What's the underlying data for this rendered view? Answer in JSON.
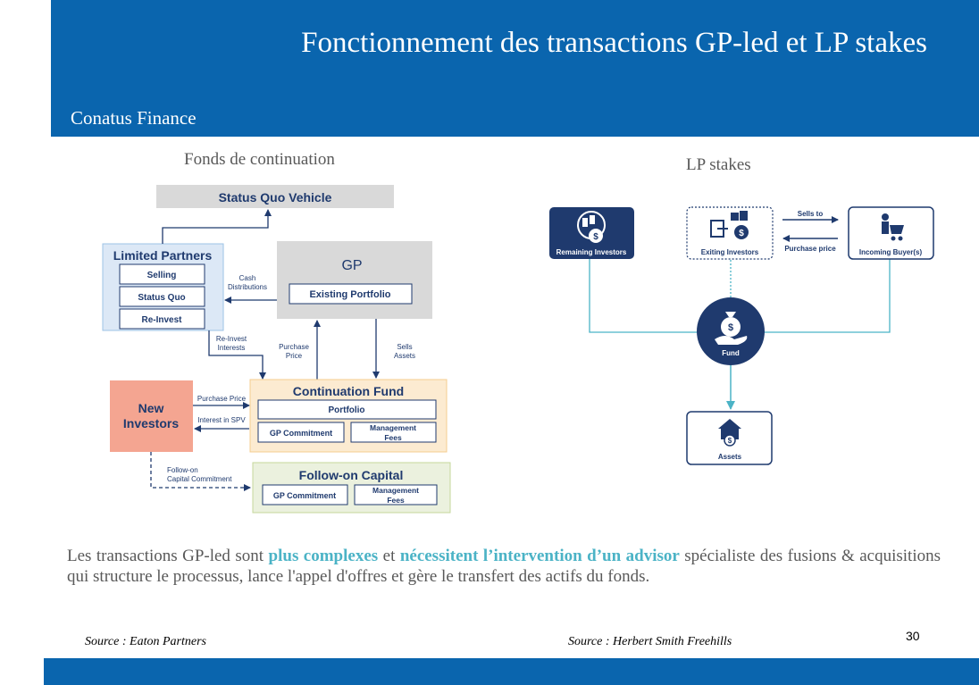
{
  "header": {
    "title": "Fonctionnement des transactions GP-led et LP stakes",
    "subtitle": "Conatus Finance"
  },
  "left_diagram": {
    "heading": "Fonds de continuation",
    "status_quo_vehicle": "Status Quo Vehicle",
    "limited_partners": {
      "title": "Limited Partners",
      "items": [
        "Selling",
        "Status Quo",
        "Re-Invest"
      ]
    },
    "gp": {
      "title": "GP",
      "existing_portfolio": "Existing Portfolio"
    },
    "cash_distributions": [
      "Cash",
      "Distributions"
    ],
    "reinvest_interests": [
      "Re-Invest",
      "Interests"
    ],
    "purchase_price_label": [
      "Purchase",
      "Price"
    ],
    "sells_assets": [
      "Sells",
      "Assets"
    ],
    "new_investors": [
      "New",
      "Investors"
    ],
    "purchase_price": "Purchase Price",
    "interest_in_spv": "Interest in SPV",
    "continuation_fund": {
      "title": "Continuation Fund",
      "portfolio": "Portfolio",
      "gp_commitment": "GP Commitment",
      "management_fees": [
        "Management",
        "Fees"
      ]
    },
    "follow_on_commitment": [
      "Follow-on",
      "Capital Commitment"
    ],
    "follow_on_capital": {
      "title": "Follow-on Capital",
      "gp_commitment": "GP Commitment",
      "management_fees": [
        "Management",
        "Fees"
      ]
    }
  },
  "right_diagram": {
    "heading": "LP stakes",
    "remaining_investors": "Remaining Investors",
    "exiting_investors": "Exiting Investors",
    "incoming_buyers": "Incoming Buyer(s)",
    "sells_to": "Sells to",
    "purchase_price": "Purchase price",
    "fund": "Fund",
    "assets": "Assets"
  },
  "body": {
    "part1": "Les transactions GP-led sont ",
    "highlight1": "plus complexes",
    "part2": " et ",
    "highlight2": "nécessitent l’intervention d’un advisor",
    "part3": " spécialiste des fusions & acquisitions qui structure le processus, lance l'appel d'offres et gère le transfert des actifs du fonds."
  },
  "sources": {
    "left": "Source : Eaton Partners",
    "right": "Source : Herbert Smith Freehills"
  },
  "page_number": "30",
  "colors": {
    "brand_blue": "#0A65AE",
    "accent_teal": "#4BB3C6",
    "navy": "#1F3A6E"
  }
}
